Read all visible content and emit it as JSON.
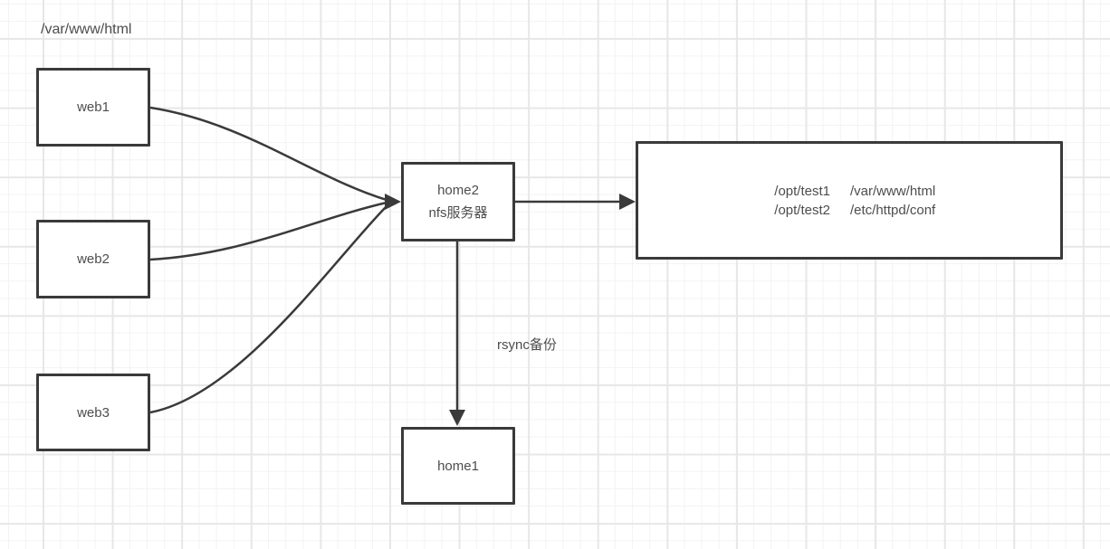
{
  "canvas": {
    "background": "#ffffff",
    "grid_minor_color": "#f3f3f3",
    "grid_major_color": "#e7e7e7"
  },
  "colors": {
    "shape_border": "#3a3a3a",
    "connector": "#3a3a3a",
    "text": "#4d4d4d"
  },
  "labels": {
    "top_left_path": "/var/www/html",
    "rsync": "rsync备份"
  },
  "nodes": {
    "web1": {
      "label": "web1"
    },
    "web2": {
      "label": "web2"
    },
    "web3": {
      "label": "web3"
    },
    "home2": {
      "label": "home2",
      "sublabel": "nfs服务器"
    },
    "home1": {
      "label": "home1"
    },
    "mount_box": {
      "rows": [
        {
          "src": "/opt/test1",
          "dst": "/var/www/html"
        },
        {
          "src": "/opt/test2",
          "dst": "/etc/httpd/conf"
        }
      ]
    }
  },
  "connections": [
    {
      "from": "web1",
      "to": "home2",
      "style": "curve"
    },
    {
      "from": "web2",
      "to": "home2",
      "style": "curve"
    },
    {
      "from": "web3",
      "to": "home2",
      "style": "curve"
    },
    {
      "from": "home2",
      "to": "mount_box",
      "style": "straight"
    },
    {
      "from": "home2",
      "to": "home1",
      "style": "straight",
      "label": "rsync备份"
    }
  ]
}
